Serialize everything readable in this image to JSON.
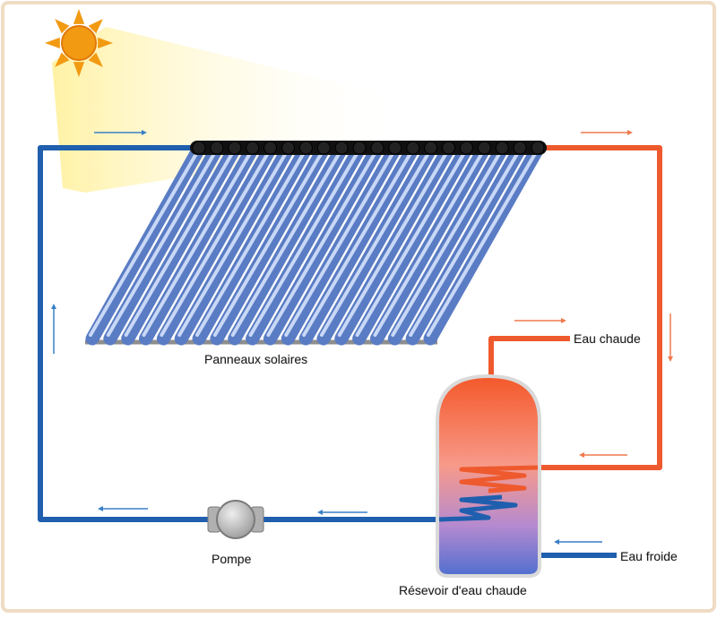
{
  "labels": {
    "panels": "Panneaux solaires",
    "hot_water": "Eau chaude",
    "cold_water": "Eau froide",
    "pump": "Pompe",
    "tank": "Résevoir d'eau chaude"
  },
  "colors": {
    "frame": "#f3e3cf",
    "cold_pipe": "#1f5fae",
    "hot_pipe": "#ee5a2e",
    "sun": "#f29a12",
    "sun_beam": "#fff3a6",
    "tube": "#7f9bd6",
    "header_bar": "#111111",
    "tank_top": "#f4582a",
    "tank_bottom": "#5570c8",
    "pump": "#b8b8b8"
  },
  "icons": {
    "sun": "sun-icon",
    "pump": "pump-icon",
    "flow_arrow": "arrow-icon"
  },
  "panel": {
    "tube_count": 20
  }
}
